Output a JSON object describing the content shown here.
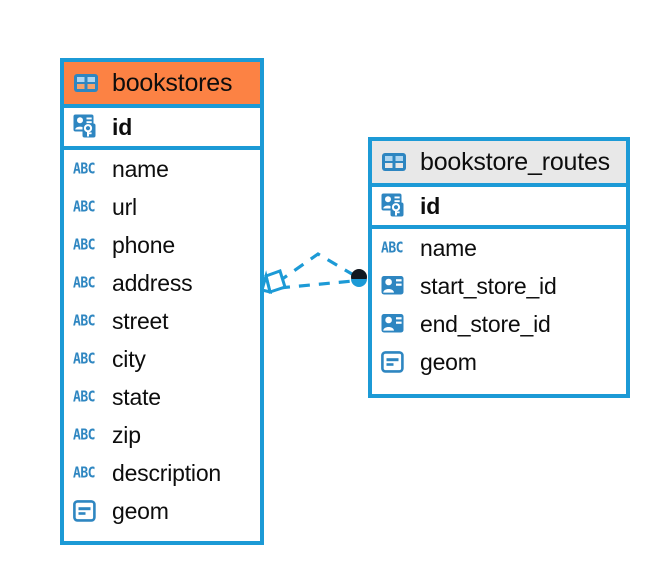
{
  "diagram": {
    "type": "er-diagram",
    "background_color": "#ffffff",
    "accent_color": "#1C9AD6",
    "header_highlight_color": "#FC8244",
    "header_default_color": "#E8E8E8",
    "icon_color": "#2E86C1"
  },
  "entities": [
    {
      "name": "bookstores",
      "header_style": "orange",
      "primary_key": {
        "label": "id",
        "icon": "primary-key-icon"
      },
      "fields": [
        {
          "label": "name",
          "icon": "abc-text-icon"
        },
        {
          "label": "url",
          "icon": "abc-text-icon"
        },
        {
          "label": "phone",
          "icon": "abc-text-icon"
        },
        {
          "label": "address",
          "icon": "abc-text-icon"
        },
        {
          "label": "street",
          "icon": "abc-text-icon"
        },
        {
          "label": "city",
          "icon": "abc-text-icon"
        },
        {
          "label": "state",
          "icon": "abc-text-icon"
        },
        {
          "label": "zip",
          "icon": "abc-text-icon"
        },
        {
          "label": "description",
          "icon": "abc-text-icon"
        },
        {
          "label": "geom",
          "icon": "geometry-icon"
        }
      ]
    },
    {
      "name": "bookstore_routes",
      "header_style": "grey",
      "primary_key": {
        "label": "id",
        "icon": "primary-key-icon"
      },
      "fields": [
        {
          "label": "name",
          "icon": "abc-text-icon"
        },
        {
          "label": "start_store_id",
          "icon": "foreign-key-icon"
        },
        {
          "label": "end_store_id",
          "icon": "foreign-key-icon"
        },
        {
          "label": "geom",
          "icon": "geometry-icon"
        }
      ]
    }
  ],
  "relationship": {
    "from_entity": "bookstores",
    "to_entity": "bookstore_routes",
    "line_style": "dashed",
    "source_marker": "many-diamond-marker",
    "target_marker": "one-filled-circle-marker",
    "color": "#1C9AD6"
  }
}
